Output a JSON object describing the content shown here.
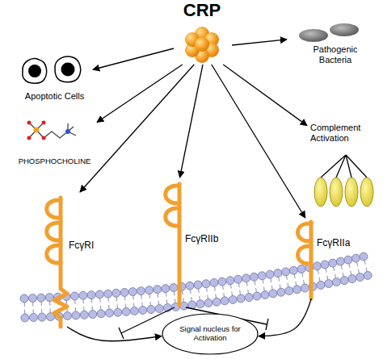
{
  "diagram": {
    "nodes": [
      {
        "text": [
          "CRP"
        ]
      },
      {
        "text": [
          "Apoptotic Cells"
        ]
      },
      {
        "text": [
          "Pathogenic Bacteria"
        ]
      },
      {
        "text": [
          "PHOSPHOCHOLINE"
        ]
      },
      {
        "text": [
          "Complement Activation"
        ]
      },
      {
        "text": [
          "FcγRI"
        ]
      },
      {
        "text": [
          "FcγRIIb"
        ]
      },
      {
        "text": [
          "FcγRIIa"
        ]
      },
      {
        "text": [
          "Signal nucleus for Activation"
        ]
      }
    ],
    "edges": [
      {
        "from": 0,
        "to": 1,
        "arrow": "to"
      },
      {
        "from": 0,
        "to": 2,
        "arrow": "to"
      },
      {
        "from": 0,
        "to": 3,
        "arrow": "to"
      },
      {
        "from": 0,
        "to": 4,
        "arrow": "to"
      },
      {
        "from": 0,
        "to": 5,
        "arrow": "to"
      },
      {
        "from": 0,
        "to": 6,
        "arrow": "to"
      },
      {
        "from": 0,
        "to": 7,
        "arrow": "to"
      },
      {
        "from": 5,
        "to": 8,
        "arrow": "to"
      },
      {
        "from": 7,
        "to": 8,
        "arrow": "to"
      }
    ]
  }
}
